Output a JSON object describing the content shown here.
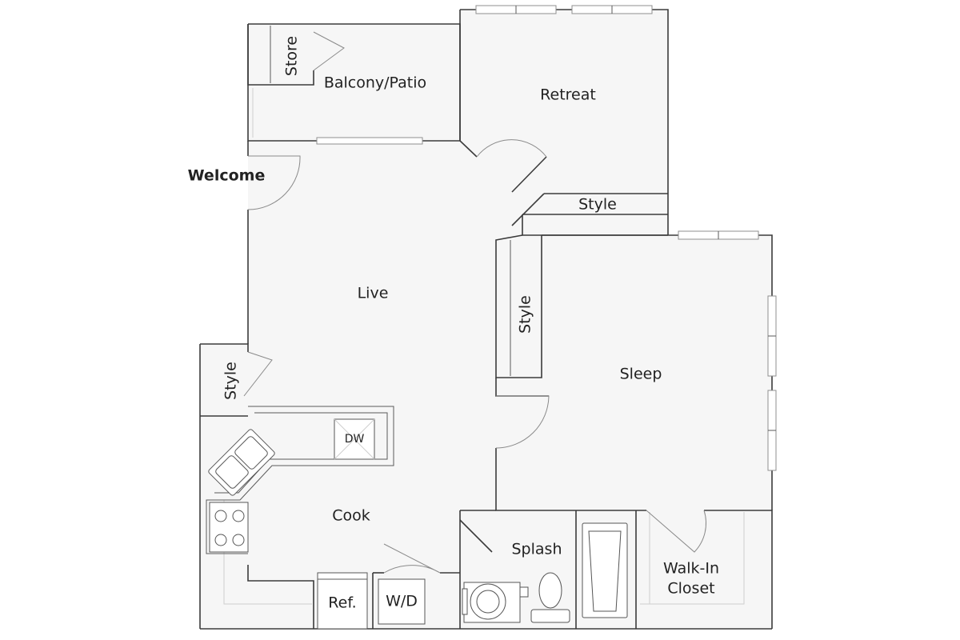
{
  "rooms": {
    "balcony": "Balcony/Patio",
    "store": "Store",
    "retreat": "Retreat",
    "welcome": "Welcome",
    "style_top": "Style",
    "style_mid": "Style",
    "style_left": "Style",
    "live": "Live",
    "sleep": "Sleep",
    "cook": "Cook",
    "splash": "Splash",
    "closet_line1": "Walk-In",
    "closet_line2": "Closet"
  },
  "fixtures": {
    "dishwasher": "DW",
    "refrigerator": "Ref.",
    "washer_dryer": "W/D"
  },
  "colors": {
    "wall": "#3b3b3b",
    "floor": "#f6f6f6",
    "text": "#222222"
  }
}
